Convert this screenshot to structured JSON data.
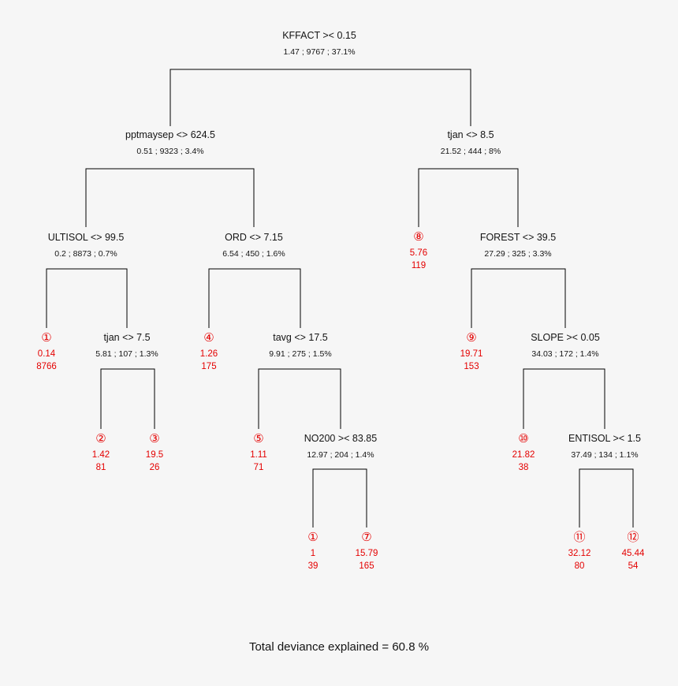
{
  "figure": {
    "background": "#f6f6f6",
    "text_color": "#141414",
    "leaf_color": "#e40000",
    "line_color": "#000000",
    "caption": "Total deviance explained = 60.8 %"
  },
  "tree": {
    "splits": [
      {
        "label": "KFFACT >< 0.15",
        "stats": "1.47 ; 9767 ; 37.1%"
      },
      {
        "label": "pptmaysep <> 624.5",
        "stats": "0.51 ; 9323 ; 3.4%"
      },
      {
        "label": "tjan <> 8.5",
        "stats": "21.52 ; 444 ; 8%"
      },
      {
        "label": "ULTISOL <> 99.5",
        "stats": "0.2 ; 8873 ; 0.7%"
      },
      {
        "label": "ORD <> 7.15",
        "stats": "6.54 ; 450 ; 1.6%"
      },
      {
        "label": "FOREST <> 39.5",
        "stats": "27.29 ; 325 ; 3.3%"
      },
      {
        "label": "tjan <> 7.5",
        "stats": "5.81 ; 107 ; 1.3%"
      },
      {
        "label": "tavg <> 17.5",
        "stats": "9.91 ; 275 ; 1.5%"
      },
      {
        "label": "SLOPE >< 0.05",
        "stats": "34.03 ; 172 ; 1.4%"
      },
      {
        "label": "NO200 >< 83.85",
        "stats": "12.97 ; 204 ; 1.4%"
      },
      {
        "label": "ENTISOL >< 1.5",
        "stats": "37.49 ; 134 ; 1.1%"
      }
    ],
    "leaves": [
      {
        "num": "8",
        "glyph": "⑧",
        "value": "5.76",
        "n": "119"
      },
      {
        "num": "1",
        "glyph": "①",
        "value": "0.14",
        "n": "8766"
      },
      {
        "num": "4",
        "glyph": "④",
        "value": "1.26",
        "n": "175"
      },
      {
        "num": "9",
        "glyph": "⑨",
        "value": "19.71",
        "n": "153"
      },
      {
        "num": "2",
        "glyph": "②",
        "value": "1.42",
        "n": "81"
      },
      {
        "num": "3",
        "glyph": "③",
        "value": "19.5",
        "n": "26"
      },
      {
        "num": "5",
        "glyph": "⑤",
        "value": "1.11",
        "n": "71"
      },
      {
        "num": "10",
        "glyph": "⑩",
        "value": "21.82",
        "n": "38"
      },
      {
        "num": "1",
        "glyph": "①",
        "value": "1",
        "n": "39"
      },
      {
        "num": "7",
        "glyph": "⑦",
        "value": "15.79",
        "n": "165"
      },
      {
        "num": "11",
        "glyph": "⑪",
        "value": "32.12",
        "n": "80"
      },
      {
        "num": "12",
        "glyph": "⑫",
        "value": "45.44",
        "n": "54"
      }
    ]
  }
}
